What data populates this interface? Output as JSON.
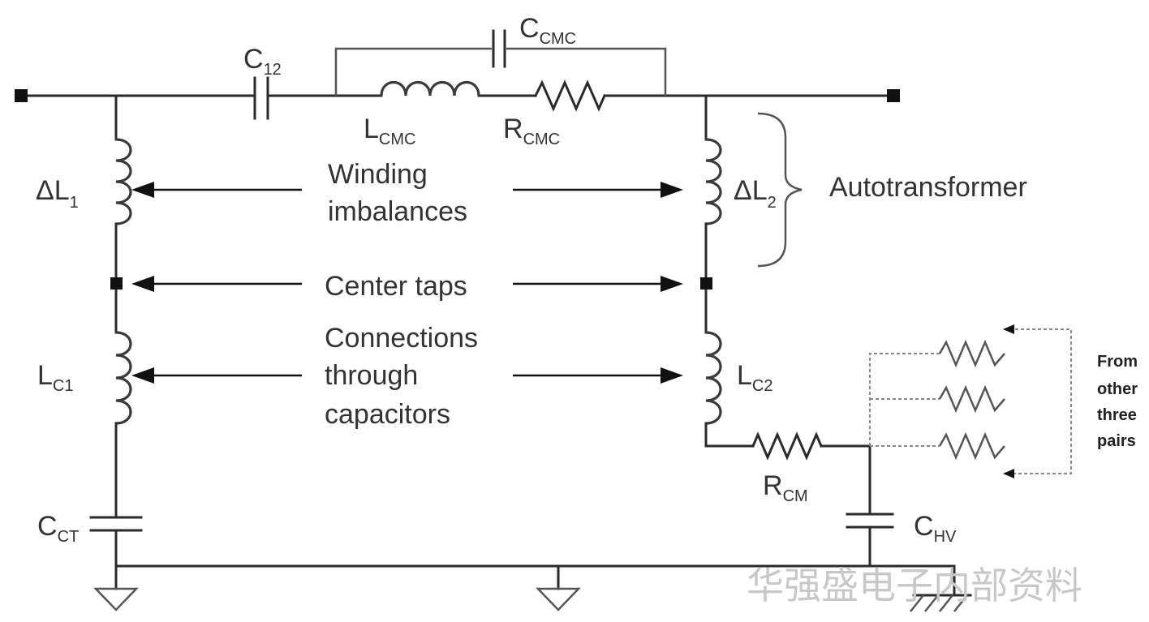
{
  "labels": {
    "c12": {
      "main": "C",
      "sub": "12"
    },
    "ccmc": {
      "main": "C",
      "sub": "CMC"
    },
    "lcmc": {
      "main": "L",
      "sub": "CMC"
    },
    "rcmc": {
      "main": "R",
      "sub": "CMC"
    },
    "dl1": {
      "main": "ΔL",
      "sub": "1"
    },
    "dl2": {
      "main": "ΔL",
      "sub": "2"
    },
    "lc1": {
      "main": "L",
      "sub": "C1"
    },
    "lc2": {
      "main": "L",
      "sub": "C2"
    },
    "cct": {
      "main": "C",
      "sub": "CT"
    },
    "rcm": {
      "main": "R",
      "sub": "CM"
    },
    "chv": {
      "main": "C",
      "sub": "HV"
    },
    "autotransformer": "Autotransformer",
    "winding_1": "Winding",
    "winding_2": "imbalances",
    "center_taps": "Center taps",
    "connections_1": "Connections",
    "connections_2": "through",
    "connections_3": "capacitors",
    "from_1": "From",
    "from_2": "other",
    "from_3": "three",
    "from_4": "pairs"
  },
  "watermark": "华强盛电子内部资料"
}
